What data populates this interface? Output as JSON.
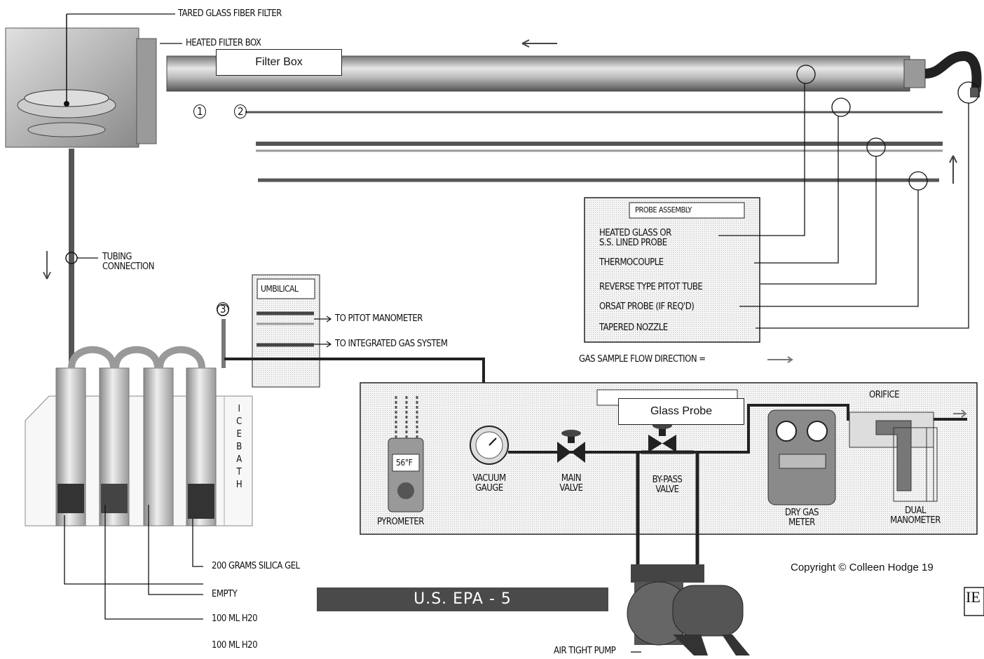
{
  "labels": {
    "tared_filter": "TARED GLASS FIBER FILTER",
    "heated_filter_box": "HEATED FILTER BOX",
    "filter_box_tag": "Filter Box",
    "glass_probe_tag": "Glass Probe",
    "tubing_connection": "TUBING\nCONNECTION",
    "umbilical": "UMBILICAL",
    "to_pitot": "TO PITOT MANOMETER",
    "to_gas": "TO INTEGRATED GAS SYSTEM",
    "ice_bath": "ICE BATH",
    "silica": "200 GRAMS SILICA GEL",
    "empty": "EMPTY",
    "h2o_1": "100 ML H20",
    "h2o_2": "100 ML H20",
    "title": "U.S. EPA - 5",
    "pump": "AIR TIGHT PUMP",
    "copyright": "Copyright © Colleen Hodge 19",
    "gas_flow": "GAS SAMPLE FLOW DIRECTION =",
    "pyrometer": "PYROMETER",
    "temp": "56°F",
    "vacuum_gauge": "VACUUM\nGAUGE",
    "main_valve": "MAIN\nVALVE",
    "bypass_valve": "BY-PASS\nVALVE",
    "dry_gas_meter": "DRY GAS\nMETER",
    "orifice": "ORIFICE",
    "dual_manometer": "DUAL\nMANOMETER",
    "num1": "1",
    "num2": "2",
    "num3": "3",
    "logo": "IE"
  },
  "probe_assembly": {
    "title": "PROBE ASSEMBLY",
    "items": [
      "HEATED GLASS OR\nS.S. LINED PROBE",
      "THERMOCOUPLE",
      "REVERSE TYPE PITOT TUBE",
      "ORSAT PROBE (IF REQ'D)",
      "TAPERED NOZZLE"
    ]
  }
}
